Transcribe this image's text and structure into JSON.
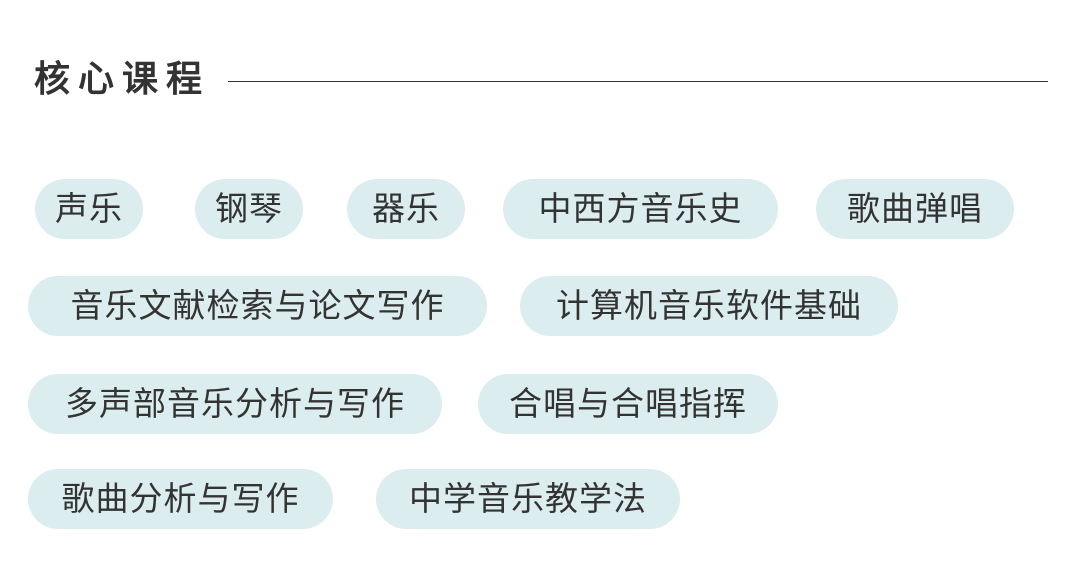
{
  "section": {
    "title": "核心课程"
  },
  "courses": [
    "声乐",
    "钢琴",
    "器乐",
    "中西方音乐史",
    "歌曲弹唱",
    "音乐文献检索与论文写作",
    "计算机音乐软件基础",
    "多声部音乐分析与写作",
    "合唱与合唱指挥",
    "歌曲分析与写作",
    "中学音乐教学法"
  ]
}
